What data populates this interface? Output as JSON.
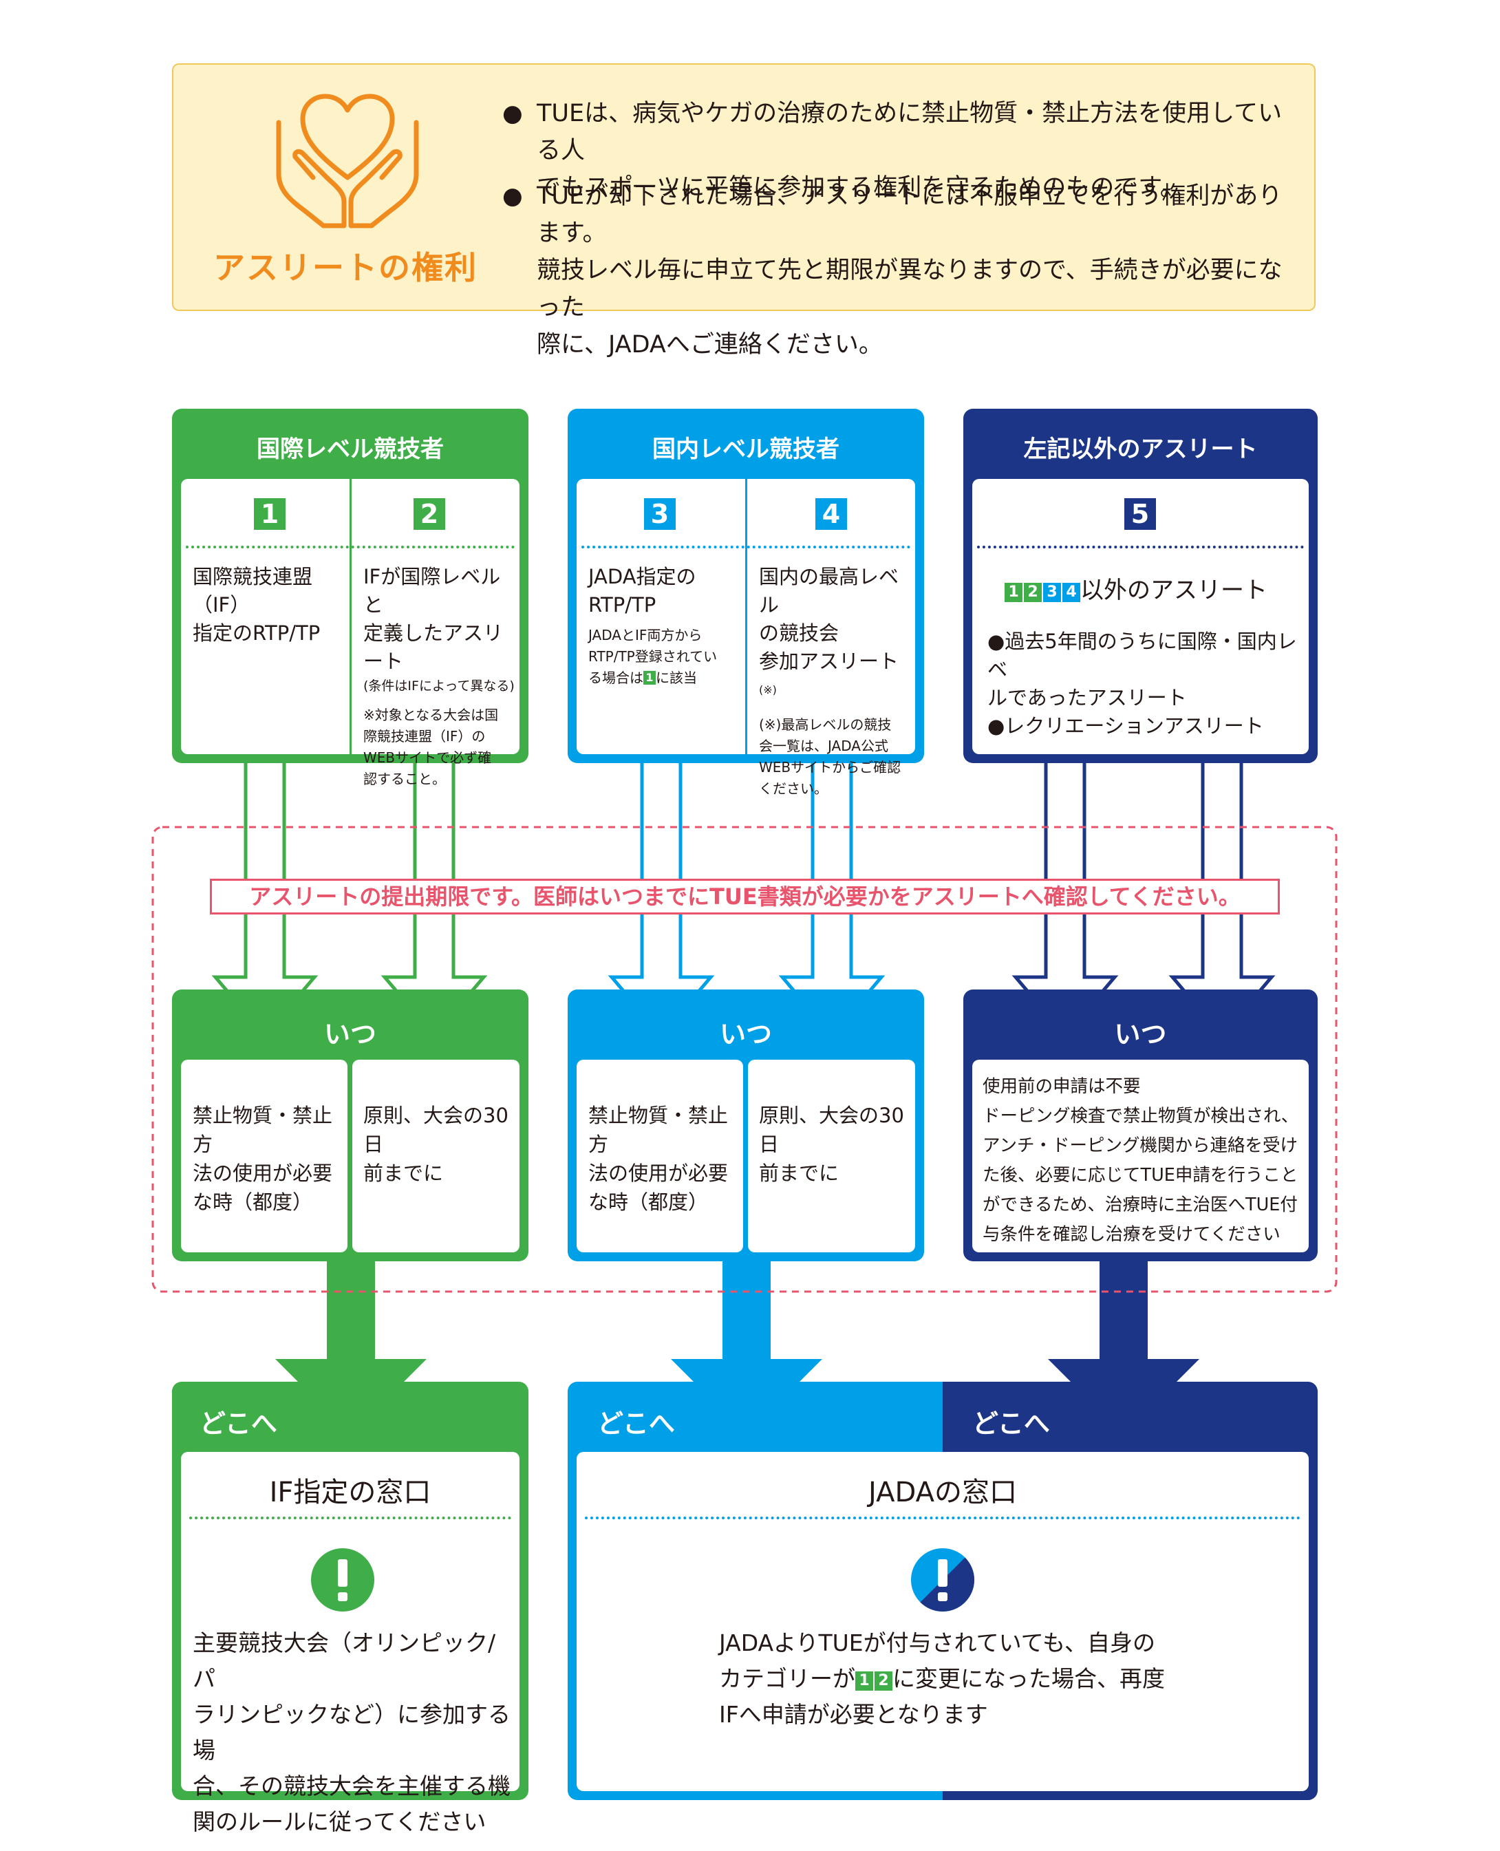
{
  "rights": {
    "title": "アスリートの権利",
    "icon": "hands-heart-icon",
    "bullet1_line1": "TUEは、病気やケガの治療のために禁止物質・禁止方法を使用している人",
    "bullet1_line2": "でもスポーツに平等に参加する権利を守るためのものです。",
    "bullet2_line1": "TUEが却下された場合、アスリートには不服申立てを行う権利があります。",
    "bullet2_line2": "競技レベル毎に申立て先と期限が異なりますので、手続きが必要になった",
    "bullet2_line3": "際に、JADAへご連絡ください。"
  },
  "colors": {
    "green": "#3fae49",
    "blue": "#00a0e9",
    "navy": "#1d3586",
    "pink": "#e8546b",
    "orange": "#f08c1e"
  },
  "international": {
    "header": "国際レベル競技者",
    "cat1": {
      "num": "1",
      "line1": "国際競技連盟（IF）",
      "line2": "指定のRTP/TP"
    },
    "cat2": {
      "num": "2",
      "line1": "IFが国際レベルと",
      "line2": "定義したアスリート",
      "note": "(条件はIFによって異なる)",
      "note2_l1": "※対象となる大会は国",
      "note2_l2": "際競技連盟（IF）の",
      "note2_l3": "WEBサイトで必ず確",
      "note2_l4": "認すること。"
    }
  },
  "national": {
    "header": "国内レベル競技者",
    "cat3": {
      "num": "3",
      "line1": "JADA指定の",
      "line2": "RTP/TP",
      "note_l1": "JADAとIF両方から",
      "note_l2": "RTP/TP登録されてい",
      "note_l3": "る場合は",
      "note_ref": "1",
      "note_l3b": "に該当"
    },
    "cat4": {
      "num": "4",
      "line1": "国内の最高レベル",
      "line2": "の競技会",
      "line3": "参加アスリート",
      "sup": "(※)",
      "note_l1": "(※)最高レベルの競技",
      "note_l2": "会一覧は、JADA公式",
      "note_l3": "WEBサイトからご確認",
      "note_l4": "ください。"
    }
  },
  "other": {
    "header": "左記以外のアスリート",
    "cat5": {
      "num": "5",
      "refs": [
        "1",
        "2",
        "3",
        "4"
      ],
      "title_suffix": "以外のアスリート",
      "b1_l1": "●過去5年間のうちに国際・国内レベ",
      "b1_l2": "ルであったアスリート",
      "b2": "●レクリエーションアスリート"
    }
  },
  "deadline_banner": "アスリートの提出期限です。医師はいつまでにTUE書類が必要かをアスリートへ確認してください。",
  "when": {
    "label": "いつ",
    "left_l1": "禁止物質・禁止方",
    "left_l2": "法の使用が必要",
    "left_l3": "な時（都度）",
    "right_l1": "原則、大会の30日",
    "right_l2": "前までに",
    "other_l1": "使用前の申請は不要",
    "other_l2": "ドーピング検査で禁止物質が検出され、",
    "other_l3": "アンチ・ドーピング機関から連絡を受け",
    "other_l4": "た後、必要に応じてTUE申請を行うこと",
    "other_l5": "ができるため、治療時に主治医へTUE付",
    "other_l6": "与条件を確認し治療を受けてください"
  },
  "where": {
    "label": "どこへ",
    "if_title": "IF指定の窓口",
    "if_l1": "主要競技大会（オリンピック/パ",
    "if_l2": "ラリンピックなど）に参加する場",
    "if_l3": "合、その競技大会を主催する機",
    "if_l4": "関のルールに従ってください",
    "jada_title": "JADAの窓口",
    "jada_l1": "JADAよりTUEが付与されていても、自身の",
    "jada_l2a": "カテゴリーが",
    "jada_refs": [
      "1",
      "2"
    ],
    "jada_l2b": "に変更になった場合、再度",
    "jada_l3": "IFへ申請が必要となります",
    "alert_icon": "exclamation-icon"
  }
}
